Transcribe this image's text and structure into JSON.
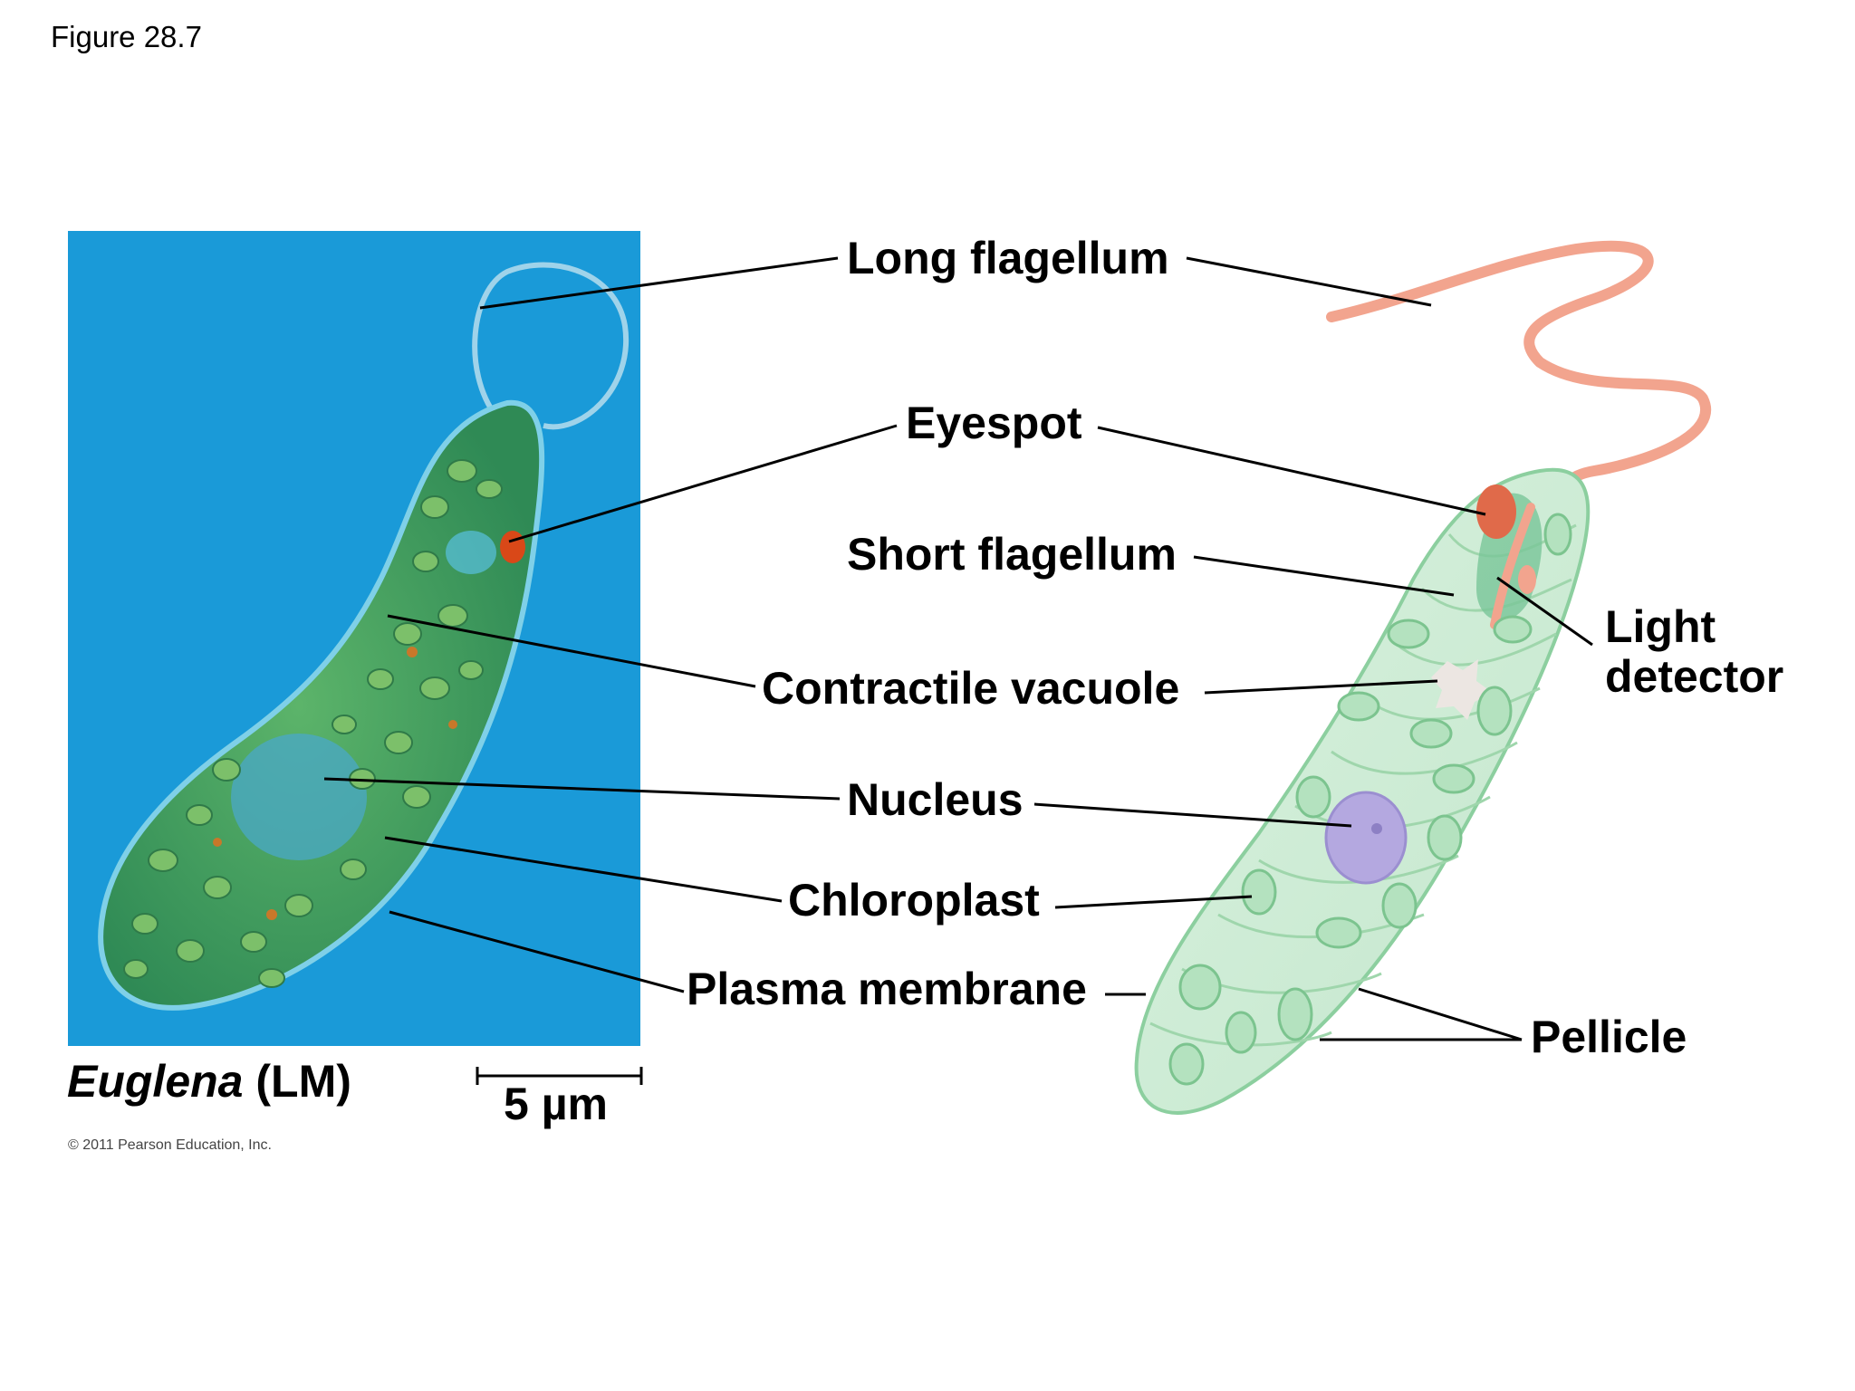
{
  "figure_label": "Figure 28.7",
  "labels": {
    "long_flagellum": "Long flagellum",
    "eyespot": "Eyespot",
    "short_flagellum": "Short flagellum",
    "contractile_vacuole": "Contractile vacuole",
    "nucleus": "Nucleus",
    "chloroplast": "Chloroplast",
    "plasma_membrane": "Plasma membrane",
    "light_detector_line1": "Light",
    "light_detector_line2": "detector",
    "pellicle": "Pellicle"
  },
  "caption": {
    "genus": "Euglena",
    "method": " (LM)"
  },
  "scale_bar": "5 µm",
  "copyright": "© 2011 Pearson Education, Inc.",
  "colors": {
    "micrograph_bg": "#1a9ad8",
    "cell_green": "#3fa262",
    "eyespot_red": "#d94818",
    "diagram_body": "#cdebd6",
    "diagram_outline": "#8ccf9f",
    "flagellum": "#f2a48e",
    "nucleus": "#b4a8e0"
  }
}
